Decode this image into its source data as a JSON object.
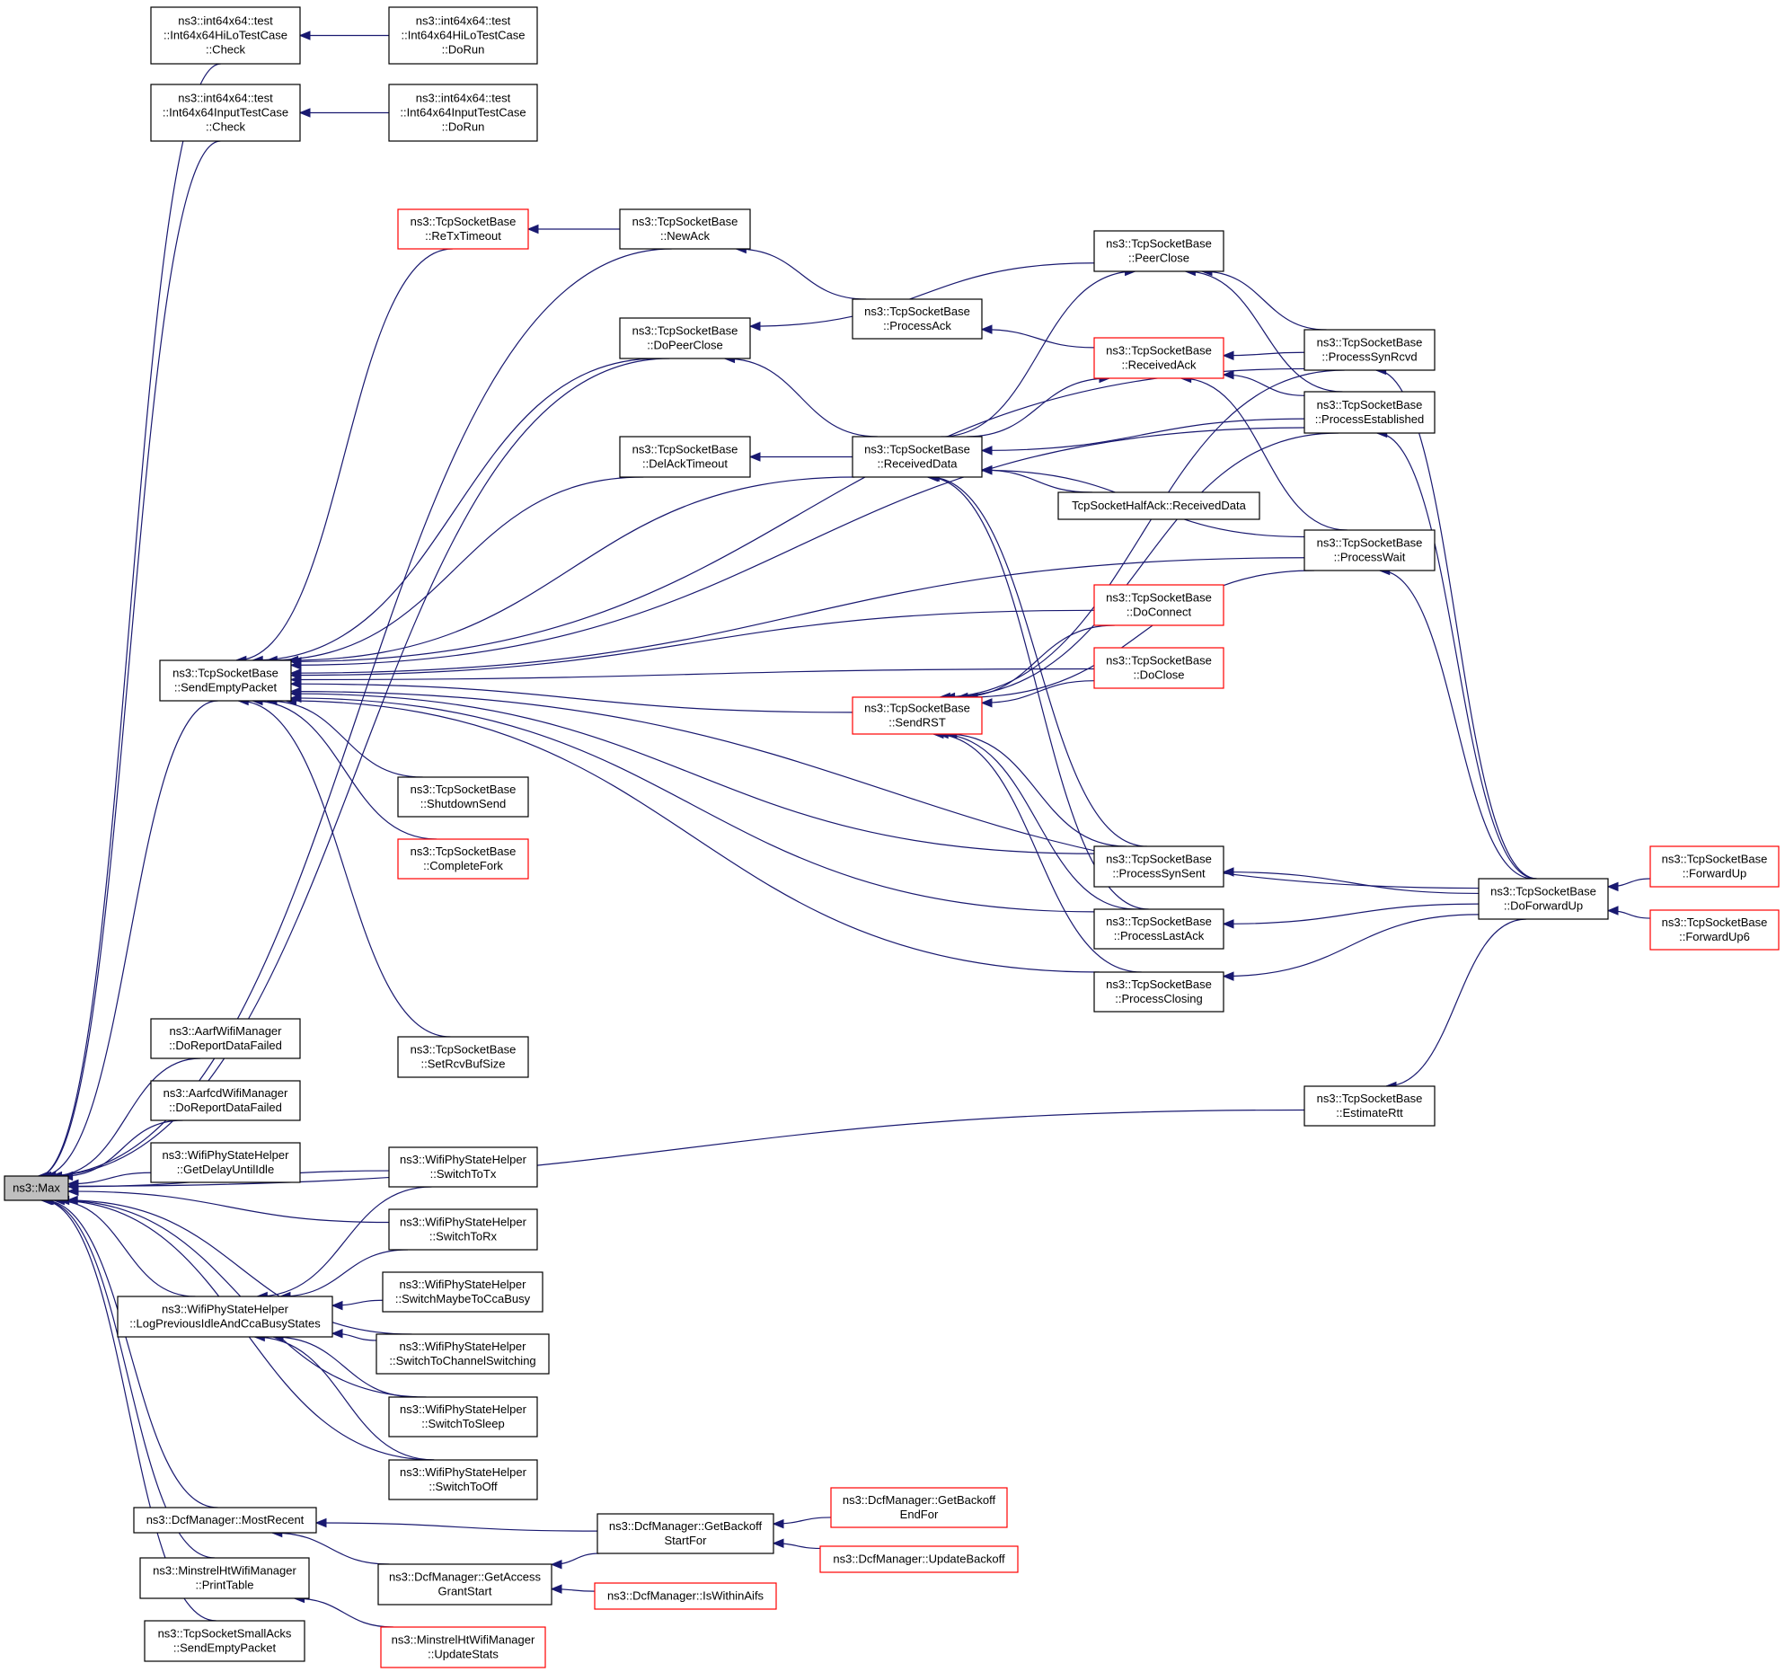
{
  "nodes": [
    {
      "id": "max",
      "lines": [
        "ns3::Max"
      ],
      "style": "root"
    },
    {
      "id": "hilo_check",
      "lines": [
        "ns3::int64x64::test",
        "::Int64x64HiLoTestCase",
        "::Check"
      ],
      "style": "normal"
    },
    {
      "id": "hilo_dorun",
      "lines": [
        "ns3::int64x64::test",
        "::Int64x64HiLoTestCase",
        "::DoRun"
      ],
      "style": "normal"
    },
    {
      "id": "input_check",
      "lines": [
        "ns3::int64x64::test",
        "::Int64x64InputTestCase",
        "::Check"
      ],
      "style": "normal"
    },
    {
      "id": "input_dorun",
      "lines": [
        "ns3::int64x64::test",
        "::Int64x64InputTestCase",
        "::DoRun"
      ],
      "style": "normal"
    },
    {
      "id": "retx",
      "lines": [
        "ns3::TcpSocketBase",
        "::ReTxTimeout"
      ],
      "style": "red"
    },
    {
      "id": "newack",
      "lines": [
        "ns3::TcpSocketBase",
        "::NewAck"
      ],
      "style": "normal"
    },
    {
      "id": "peerclose",
      "lines": [
        "ns3::TcpSocketBase",
        "::PeerClose"
      ],
      "style": "normal"
    },
    {
      "id": "processack",
      "lines": [
        "ns3::TcpSocketBase",
        "::ProcessAck"
      ],
      "style": "normal"
    },
    {
      "id": "dopeerclose",
      "lines": [
        "ns3::TcpSocketBase",
        "::DoPeerClose"
      ],
      "style": "normal"
    },
    {
      "id": "processsynrcvd",
      "lines": [
        "ns3::TcpSocketBase",
        "::ProcessSynRcvd"
      ],
      "style": "normal"
    },
    {
      "id": "receivedack",
      "lines": [
        "ns3::TcpSocketBase",
        "::ReceivedAck"
      ],
      "style": "red"
    },
    {
      "id": "processestablished",
      "lines": [
        "ns3::TcpSocketBase",
        "::ProcessEstablished"
      ],
      "style": "normal"
    },
    {
      "id": "delacktimeout",
      "lines": [
        "ns3::TcpSocketBase",
        "::DelAckTimeout"
      ],
      "style": "normal"
    },
    {
      "id": "receiveddata",
      "lines": [
        "ns3::TcpSocketBase",
        "::ReceivedData"
      ],
      "style": "normal"
    },
    {
      "id": "halfack",
      "lines": [
        "TcpSocketHalfAck::ReceivedData"
      ],
      "style": "normal"
    },
    {
      "id": "processwait",
      "lines": [
        "ns3::TcpSocketBase",
        "::ProcessWait"
      ],
      "style": "normal"
    },
    {
      "id": "sendemptypacket",
      "lines": [
        "ns3::TcpSocketBase",
        "::SendEmptyPacket"
      ],
      "style": "normal"
    },
    {
      "id": "doconnect",
      "lines": [
        "ns3::TcpSocketBase",
        "::DoConnect"
      ],
      "style": "red"
    },
    {
      "id": "doclose",
      "lines": [
        "ns3::TcpSocketBase",
        "::DoClose"
      ],
      "style": "red"
    },
    {
      "id": "sendrst",
      "lines": [
        "ns3::TcpSocketBase",
        "::SendRST"
      ],
      "style": "red"
    },
    {
      "id": "shutdownsend",
      "lines": [
        "ns3::TcpSocketBase",
        "::ShutdownSend"
      ],
      "style": "normal"
    },
    {
      "id": "completefork",
      "lines": [
        "ns3::TcpSocketBase",
        "::CompleteFork"
      ],
      "style": "red"
    },
    {
      "id": "processsynsent",
      "lines": [
        "ns3::TcpSocketBase",
        "::ProcessSynSent"
      ],
      "style": "normal"
    },
    {
      "id": "doforwardup",
      "lines": [
        "ns3::TcpSocketBase",
        "::DoForwardUp"
      ],
      "style": "normal"
    },
    {
      "id": "forwardup",
      "lines": [
        "ns3::TcpSocketBase",
        "::ForwardUp"
      ],
      "style": "red"
    },
    {
      "id": "processlastack",
      "lines": [
        "ns3::TcpSocketBase",
        "::ProcessLastAck"
      ],
      "style": "normal"
    },
    {
      "id": "forwardup6",
      "lines": [
        "ns3::TcpSocketBase",
        "::ForwardUp6"
      ],
      "style": "red"
    },
    {
      "id": "processclosing",
      "lines": [
        "ns3::TcpSocketBase",
        "::ProcessClosing"
      ],
      "style": "normal"
    },
    {
      "id": "setrcvbufsize",
      "lines": [
        "ns3::TcpSocketBase",
        "::SetRcvBufSize"
      ],
      "style": "normal"
    },
    {
      "id": "estimatertt",
      "lines": [
        "ns3::TcpSocketBase",
        "::EstimateRtt"
      ],
      "style": "normal"
    },
    {
      "id": "aarf",
      "lines": [
        "ns3::AarfWifiManager",
        "::DoReportDataFailed"
      ],
      "style": "normal"
    },
    {
      "id": "aarfcd",
      "lines": [
        "ns3::AarfcdWifiManager",
        "::DoReportDataFailed"
      ],
      "style": "normal"
    },
    {
      "id": "getdelay",
      "lines": [
        "ns3::WifiPhyStateHelper",
        "::GetDelayUntilIdle"
      ],
      "style": "normal"
    },
    {
      "id": "switchtotx",
      "lines": [
        "ns3::WifiPhyStateHelper",
        "::SwitchToTx"
      ],
      "style": "normal"
    },
    {
      "id": "switchtorx",
      "lines": [
        "ns3::WifiPhyStateHelper",
        "::SwitchToRx"
      ],
      "style": "normal"
    },
    {
      "id": "switchmaybe",
      "lines": [
        "ns3::WifiPhyStateHelper",
        "::SwitchMaybeToCcaBusy"
      ],
      "style": "normal"
    },
    {
      "id": "logprev",
      "lines": [
        "ns3::WifiPhyStateHelper",
        "::LogPreviousIdleAndCcaBusyStates"
      ],
      "style": "normal"
    },
    {
      "id": "switchtochannel",
      "lines": [
        "ns3::WifiPhyStateHelper",
        "::SwitchToChannelSwitching"
      ],
      "style": "normal"
    },
    {
      "id": "switchtosleep",
      "lines": [
        "ns3::WifiPhyStateHelper",
        "::SwitchToSleep"
      ],
      "style": "normal"
    },
    {
      "id": "switchtooff",
      "lines": [
        "ns3::WifiPhyStateHelper",
        "::SwitchToOff"
      ],
      "style": "normal"
    },
    {
      "id": "mostrecent",
      "lines": [
        "ns3::DcfManager::MostRecent"
      ],
      "style": "normal"
    },
    {
      "id": "getbackoffstart",
      "lines": [
        "ns3::DcfManager::GetBackoff",
        "StartFor"
      ],
      "style": "normal"
    },
    {
      "id": "getbackoffend",
      "lines": [
        "ns3::DcfManager::GetBackoff",
        "EndFor"
      ],
      "style": "red"
    },
    {
      "id": "updatebackoff",
      "lines": [
        "ns3::DcfManager::UpdateBackoff"
      ],
      "style": "red"
    },
    {
      "id": "getaccess",
      "lines": [
        "ns3::DcfManager::GetAccess",
        "GrantStart"
      ],
      "style": "normal"
    },
    {
      "id": "iswithinaifs",
      "lines": [
        "ns3::DcfManager::IsWithinAifs"
      ],
      "style": "red"
    },
    {
      "id": "printtable",
      "lines": [
        "ns3::MinstrelHtWifiManager",
        "::PrintTable"
      ],
      "style": "normal"
    },
    {
      "id": "updatestats",
      "lines": [
        "ns3::MinstrelHtWifiManager",
        "::UpdateStats"
      ],
      "style": "red"
    },
    {
      "id": "smallacks",
      "lines": [
        "ns3::TcpSocketSmallAcks",
        "::SendEmptyPacket"
      ],
      "style": "normal"
    }
  ],
  "edges": [
    {
      "from": "hilo_check",
      "to": "max"
    },
    {
      "from": "input_check",
      "to": "max"
    },
    {
      "from": "newack",
      "to": "max"
    },
    {
      "from": "dopeerclose",
      "to": "max"
    },
    {
      "from": "sendemptypacket",
      "to": "max"
    },
    {
      "from": "estimatertt",
      "to": "max"
    },
    {
      "from": "aarf",
      "to": "max"
    },
    {
      "from": "aarfcd",
      "to": "max"
    },
    {
      "from": "getdelay",
      "to": "max"
    },
    {
      "from": "switchtotx",
      "to": "max"
    },
    {
      "from": "switchtorx",
      "to": "max"
    },
    {
      "from": "logprev",
      "to": "max"
    },
    {
      "from": "switchtochannel",
      "to": "max"
    },
    {
      "from": "switchtosleep",
      "to": "max"
    },
    {
      "from": "switchtooff",
      "to": "max"
    },
    {
      "from": "mostrecent",
      "to": "max"
    },
    {
      "from": "printtable",
      "to": "max"
    },
    {
      "from": "smallacks",
      "to": "max"
    },
    {
      "from": "hilo_dorun",
      "to": "hilo_check"
    },
    {
      "from": "input_dorun",
      "to": "input_check"
    },
    {
      "from": "newack",
      "to": "retx"
    },
    {
      "from": "processack",
      "to": "newack"
    },
    {
      "from": "receivedack",
      "to": "processack"
    },
    {
      "from": "peerclose",
      "to": "dopeerclose"
    },
    {
      "from": "receiveddata",
      "to": "dopeerclose"
    },
    {
      "from": "receiveddata",
      "to": "peerclose"
    },
    {
      "from": "processsynrcvd",
      "to": "peerclose"
    },
    {
      "from": "processestablished",
      "to": "peerclose"
    },
    {
      "from": "receiveddata",
      "to": "receivedack"
    },
    {
      "from": "processsynrcvd",
      "to": "receivedack"
    },
    {
      "from": "processestablished",
      "to": "receivedack"
    },
    {
      "from": "processwait",
      "to": "receivedack"
    },
    {
      "from": "receiveddata",
      "to": "delacktimeout"
    },
    {
      "from": "halfack",
      "to": "receiveddata"
    },
    {
      "from": "processestablished",
      "to": "receiveddata"
    },
    {
      "from": "processwait",
      "to": "receiveddata"
    },
    {
      "from": "processsynsent",
      "to": "receiveddata"
    },
    {
      "from": "processlastack",
      "to": "receiveddata"
    },
    {
      "from": "retx",
      "to": "sendemptypacket"
    },
    {
      "from": "dopeerclose",
      "to": "sendemptypacket"
    },
    {
      "from": "delacktimeout",
      "to": "sendemptypacket"
    },
    {
      "from": "receiveddata",
      "to": "sendemptypacket"
    },
    {
      "from": "processsynrcvd",
      "to": "sendemptypacket"
    },
    {
      "from": "processestablished",
      "to": "sendemptypacket"
    },
    {
      "from": "processwait",
      "to": "sendemptypacket"
    },
    {
      "from": "doconnect",
      "to": "sendemptypacket"
    },
    {
      "from": "doclose",
      "to": "sendemptypacket"
    },
    {
      "from": "sendrst",
      "to": "sendemptypacket"
    },
    {
      "from": "shutdownsend",
      "to": "sendemptypacket"
    },
    {
      "from": "completefork",
      "to": "sendemptypacket"
    },
    {
      "from": "processsynsent",
      "to": "sendemptypacket"
    },
    {
      "from": "processlastack",
      "to": "sendemptypacket"
    },
    {
      "from": "processclosing",
      "to": "sendemptypacket"
    },
    {
      "from": "doforwardup",
      "to": "sendemptypacket"
    },
    {
      "from": "setrcvbufsize",
      "to": "sendemptypacket"
    },
    {
      "from": "doconnect",
      "to": "sendrst"
    },
    {
      "from": "doclose",
      "to": "sendrst"
    },
    {
      "from": "processsynrcvd",
      "to": "sendrst"
    },
    {
      "from": "processestablished",
      "to": "sendrst"
    },
    {
      "from": "processwait",
      "to": "sendrst"
    },
    {
      "from": "processsynsent",
      "to": "sendrst"
    },
    {
      "from": "processlastack",
      "to": "sendrst"
    },
    {
      "from": "processclosing",
      "to": "sendrst"
    },
    {
      "from": "doforwardup",
      "to": "processsynrcvd"
    },
    {
      "from": "doforwardup",
      "to": "processestablished"
    },
    {
      "from": "doforwardup",
      "to": "processwait"
    },
    {
      "from": "doforwardup",
      "to": "processsynsent"
    },
    {
      "from": "doforwardup",
      "to": "processlastack"
    },
    {
      "from": "doforwardup",
      "to": "processclosing"
    },
    {
      "from": "doforwardup",
      "to": "estimatertt"
    },
    {
      "from": "forwardup",
      "to": "doforwardup"
    },
    {
      "from": "forwardup6",
      "to": "doforwardup"
    },
    {
      "from": "switchtotx",
      "to": "logprev"
    },
    {
      "from": "switchtorx",
      "to": "logprev"
    },
    {
      "from": "switchmaybe",
      "to": "logprev"
    },
    {
      "from": "switchtochannel",
      "to": "logprev"
    },
    {
      "from": "switchtosleep",
      "to": "logprev"
    },
    {
      "from": "switchtooff",
      "to": "logprev"
    },
    {
      "from": "getbackoffstart",
      "to": "mostrecent"
    },
    {
      "from": "getaccess",
      "to": "mostrecent"
    },
    {
      "from": "getbackoffend",
      "to": "getbackoffstart"
    },
    {
      "from": "updatebackoff",
      "to": "getbackoffstart"
    },
    {
      "from": "getbackoffstart",
      "to": "getaccess"
    },
    {
      "from": "iswithinaifs",
      "to": "getaccess"
    },
    {
      "from": "updatestats",
      "to": "printtable"
    }
  ]
}
